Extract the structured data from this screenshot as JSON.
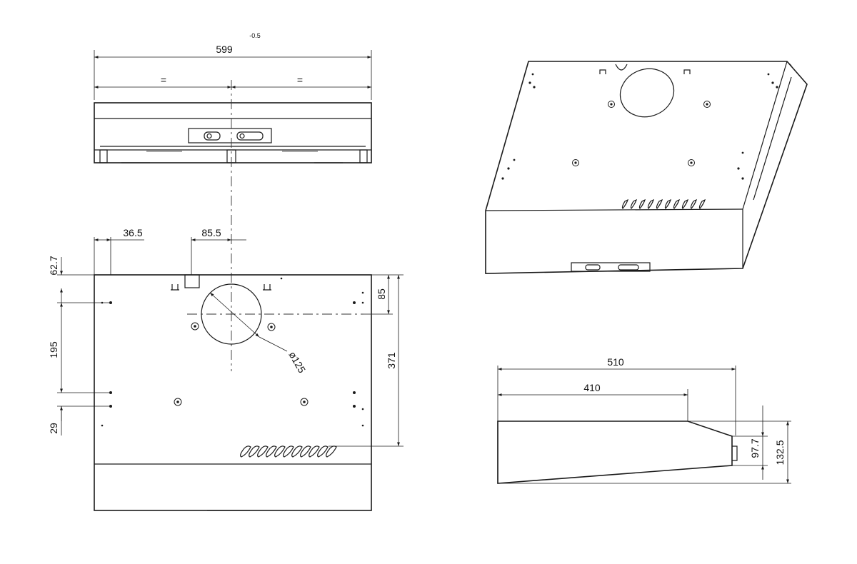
{
  "dimensions": {
    "width": "599",
    "tolerance": "-0.5",
    "half_left": "=",
    "half_right": "=",
    "offset_left": "36.5",
    "offset_center": "85.5",
    "top_offset": "62.7",
    "spacing": "195",
    "bottom_offset": "29",
    "duct_offset": "85",
    "depth": "371",
    "duct_diameter": "ø125",
    "side_depth": "510",
    "side_top": "410",
    "side_front_height": "97.7",
    "side_back_height": "132.5"
  },
  "colors": {
    "line": "#1a1a1a",
    "background": "#ffffff"
  }
}
